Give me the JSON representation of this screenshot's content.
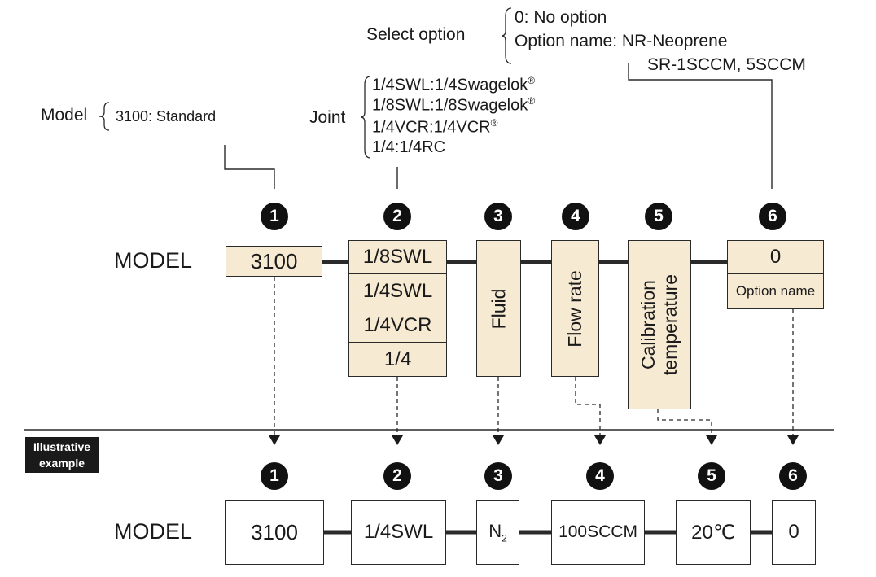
{
  "top": {
    "select_option": {
      "label": "Select option",
      "items": [
        "0: No option",
        "Option name: NR-Neoprene",
        "SR-1SCCM, 5SCCM"
      ]
    },
    "joint": {
      "label": "Joint",
      "items": [
        "1/4SWL:1/4Swagelok",
        "1/8SWL:1/8Swagelok",
        "1/4VCR:1/4VCR",
        "1/4:1/4RC"
      ],
      "reg_mark": "®"
    },
    "model": {
      "label": "Model",
      "items": [
        "3100: Standard"
      ]
    }
  },
  "numbers": [
    "1",
    "2",
    "3",
    "4",
    "5",
    "6"
  ],
  "spec": {
    "model_label": "MODEL",
    "model_value": "3100",
    "joint_options": [
      "1/8SWL",
      "1/4SWL",
      "1/4VCR",
      "1/4"
    ],
    "fluid": "Fluid",
    "flow_rate": "Flow rate",
    "calibration_1": "Calibration",
    "calibration_2": "temperature",
    "option_value": "0",
    "option_name": "Option name"
  },
  "example": {
    "tag_line1": "Illustrative",
    "tag_line2": "example",
    "model_label": "MODEL",
    "model_value": "3100",
    "joint": "1/4SWL",
    "fluid": "N",
    "fluid_sub": "2",
    "flow_rate": "100SCCM",
    "temperature": "20℃",
    "option": "0"
  },
  "colors": {
    "box_fill": "#f7ead3",
    "line": "#2a2a2a",
    "badge": "#111111"
  }
}
